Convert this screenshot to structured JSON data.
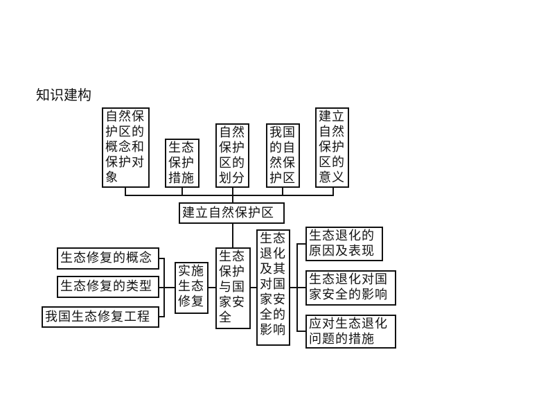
{
  "title": "知识建构",
  "top_nodes": [
    "自然保\n护区的\n概念和\n保护对\n象",
    "生态\n保护\n措施",
    "自然\n保护\n区的\n划分",
    "我国\n的自\n然保\n护区",
    "建立\n自然\n保护\n区的\n意义"
  ],
  "hub": "建立自然保护区",
  "center": "生态\n保护\n与国\n家安\n全",
  "left_mid": "实施\n生态\n修复",
  "left_nodes": [
    "生态修复的概念",
    "生态修复的类型",
    "我国生态修复工程"
  ],
  "right_mid": "生态\n退化\n及其\n对国\n家安\n全的\n影响",
  "right_nodes": [
    "生态退化的\n原因及表现",
    "生态退化对国\n家安全的影响",
    "应对生态退化\n问题的措施"
  ]
}
